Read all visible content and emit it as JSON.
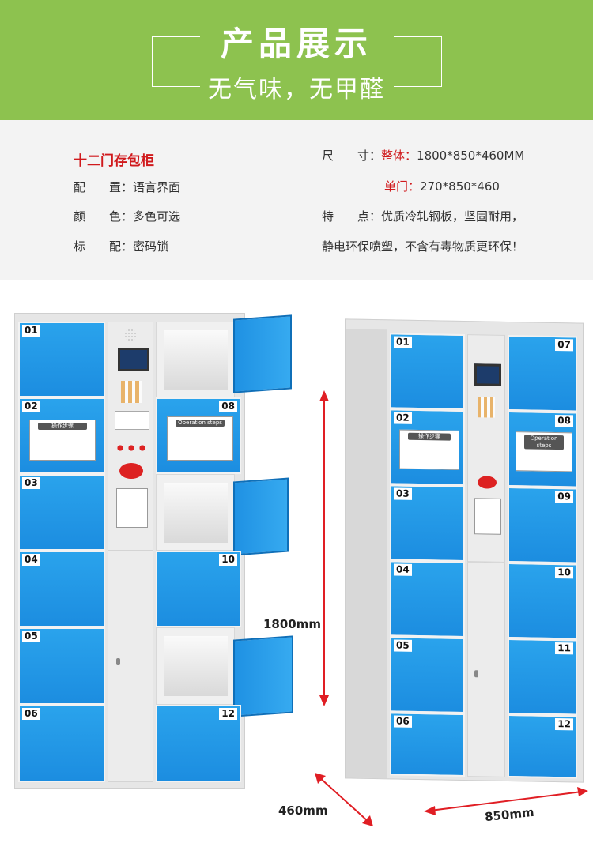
{
  "header": {
    "title": "产品展示",
    "subtitle": "无气味，无甲醛",
    "background_color": "#8dc24f"
  },
  "specs": {
    "product_name": "十二门存包柜",
    "config_label": "配　　置：",
    "config_value": "语言界面",
    "color_label": "颜　　色：",
    "color_value": "多色可选",
    "standard_label": "标　　配：",
    "standard_value": "密码锁",
    "size_label": "尺　　寸：",
    "size_overall_label": "整体：",
    "size_overall_value": "1800*850*460MM",
    "size_door_label": "单门：",
    "size_door_value": "270*850*460",
    "feature_label": "特　　点：",
    "feature_line1": "优质冷轧钢板，坚固耐用，",
    "feature_line2": "静电环保喷塑，不含有毒物质更环保！"
  },
  "locker_left": {
    "door_numbers": [
      "01",
      "02",
      "03",
      "04",
      "05",
      "06",
      "08",
      "10",
      "12"
    ],
    "sticker_title": "Operation steps",
    "sticker_title_cn": "操作步骤"
  },
  "locker_right": {
    "door_numbers": [
      "01",
      "02",
      "03",
      "04",
      "05",
      "06",
      "07",
      "08",
      "09",
      "10",
      "11",
      "12"
    ],
    "sticker_title": "Operation steps",
    "sticker_title_cn": "操作步骤"
  },
  "dimensions": {
    "height": "1800mm",
    "depth": "460mm",
    "width": "850mm"
  },
  "colors": {
    "door_blue": "#1f93e4",
    "arrow_red": "#e01e24",
    "accent_red": "#d0191c"
  }
}
